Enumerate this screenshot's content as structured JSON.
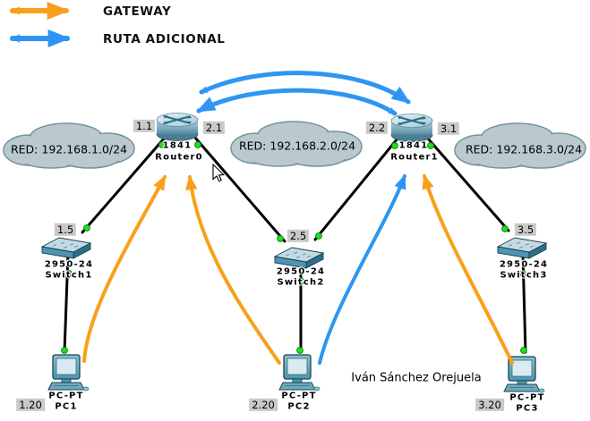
{
  "legend": {
    "items": [
      {
        "label": "GATEWAY",
        "color": "#F8A01C"
      },
      {
        "label": "RUTA ADICIONAL",
        "color": "#2E96F2"
      }
    ]
  },
  "networks": [
    {
      "label": "RED: 192.168.1.0/24"
    },
    {
      "label": "RED: 192.168.2.0/24"
    },
    {
      "label": "RED: 192.168.3.0/24"
    }
  ],
  "devices": {
    "routers": [
      {
        "model": "1841",
        "name": "Router0",
        "left_port_label": "1.1",
        "right_port_label": "2.1"
      },
      {
        "model": "1841",
        "name": "Router1",
        "left_port_label": "2.2",
        "right_port_label": "3.1"
      }
    ],
    "switches": [
      {
        "model": "2950-24",
        "name": "Switch1",
        "port_label": "1.5"
      },
      {
        "model": "2950-24",
        "name": "Switch2",
        "port_label": "2.5"
      },
      {
        "model": "2950-24",
        "name": "Switch3",
        "port_label": "3.5"
      }
    ],
    "pcs": [
      {
        "model": "PC-PT",
        "name": "PC1",
        "host_label": "1.20"
      },
      {
        "model": "PC-PT",
        "name": "PC2",
        "host_label": "2.20"
      },
      {
        "model": "PC-PT",
        "name": "PC3",
        "host_label": "3.20"
      }
    ]
  },
  "author": "Iván Sánchez Orejuela",
  "colors": {
    "gateway_arrow": "#F8A01C",
    "additional_route_arrow": "#2E96F2",
    "link_line": "#000000",
    "link_up_indicator": "#1BE31B",
    "cloud_fill": "#B9C9CE",
    "cloud_border": "#74939E",
    "port_label_bg": "#C9C9C9",
    "background": "#FFFFFF"
  },
  "icons": {
    "cursor": "arrow-pointer",
    "router": "cisco-router-1841",
    "switch": "cisco-switch-2950",
    "pc": "desktop-pc"
  }
}
